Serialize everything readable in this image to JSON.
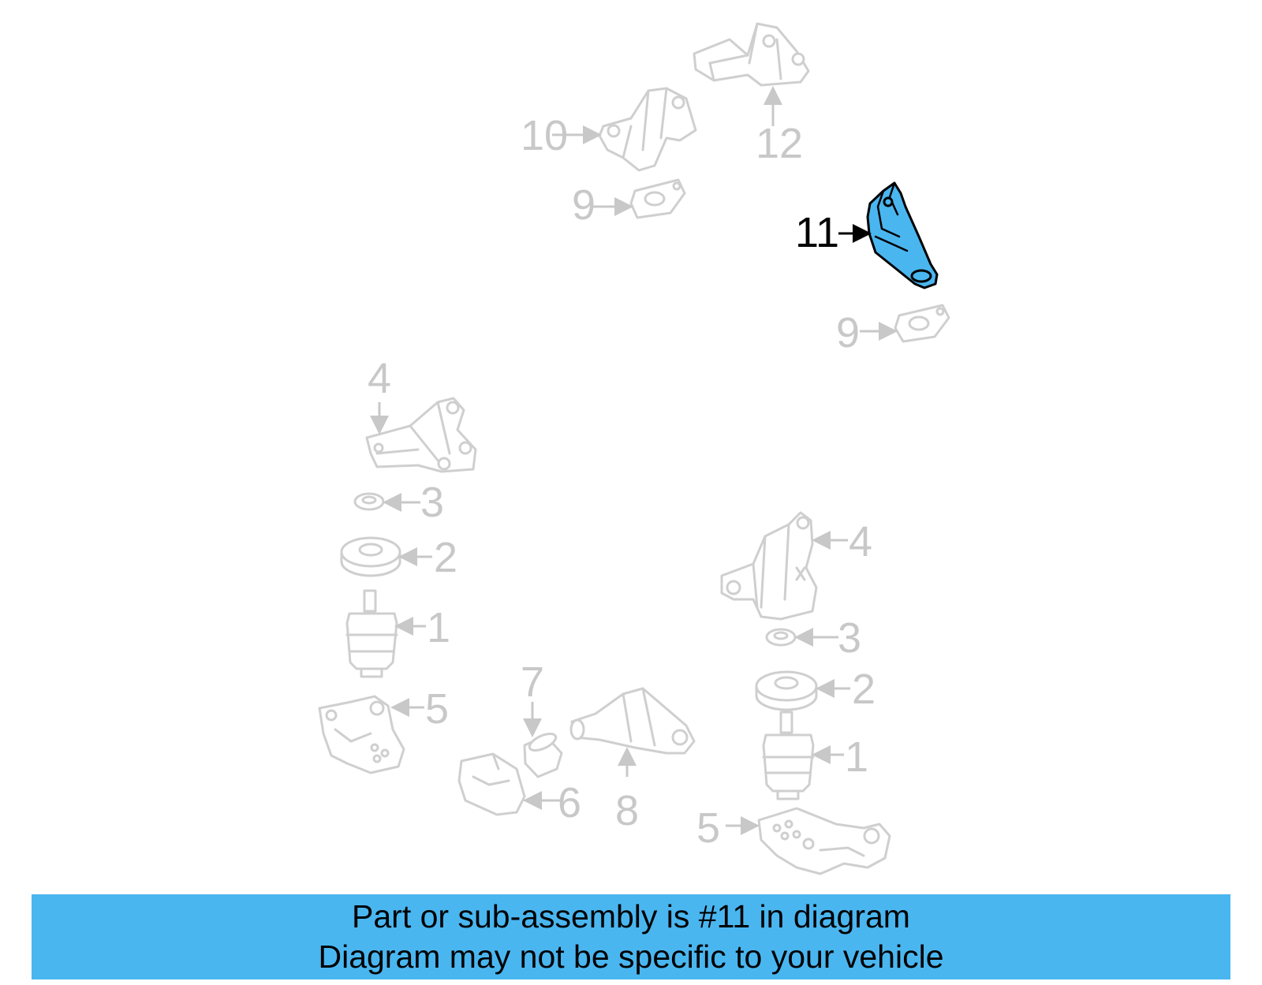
{
  "callouts": {
    "c10": "10",
    "c12": "12",
    "c9a": "9",
    "c11": "11",
    "c9b": "9",
    "c4a": "4",
    "c3a": "3",
    "c2a": "2",
    "c1a": "1",
    "c5a": "5",
    "c7": "7",
    "c6": "6",
    "c8": "8",
    "c4b": "4",
    "c3b": "3",
    "c2b": "2",
    "c1b": "1",
    "c5b": "5"
  },
  "highlight": {
    "part_number": "11",
    "color": "#4ab6f0"
  },
  "banner": {
    "line1": "Part or sub-assembly is #11 in diagram",
    "line2": "Diagram may not be specific to your vehicle",
    "color": "#4ab6f0"
  }
}
